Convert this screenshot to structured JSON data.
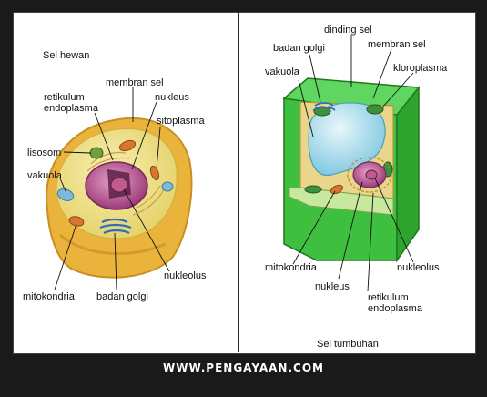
{
  "animal_cell": {
    "title": "Sel hewan",
    "labels": {
      "membran": "membran sel",
      "retikulum_1": "retikulum",
      "retikulum_2": "endoplasma",
      "nukleus": "nukleus",
      "sitoplasma": "sitoplasma",
      "lisosom": "lisosom",
      "vakuola": "vakuola",
      "mitokondria": "mitokondria",
      "badan_golgi": "badan golgi",
      "nukleolus": "nukleolus"
    }
  },
  "plant_cell": {
    "title": "Sel tumbuhan",
    "labels": {
      "dinding": "dinding sel",
      "badan_golgi": "badan golgi",
      "membran": "membran sel",
      "vakuola": "vakuola",
      "kloroplasma": "kloroplasma",
      "mitokondria": "mitokondria",
      "nukleolus": "nukleolus",
      "nukleus": "nukleus",
      "retikulum_1": "retikulum",
      "retikulum_2": "endoplasma"
    }
  },
  "footer": {
    "text": "WWW.PENGAYAAN.COM"
  }
}
